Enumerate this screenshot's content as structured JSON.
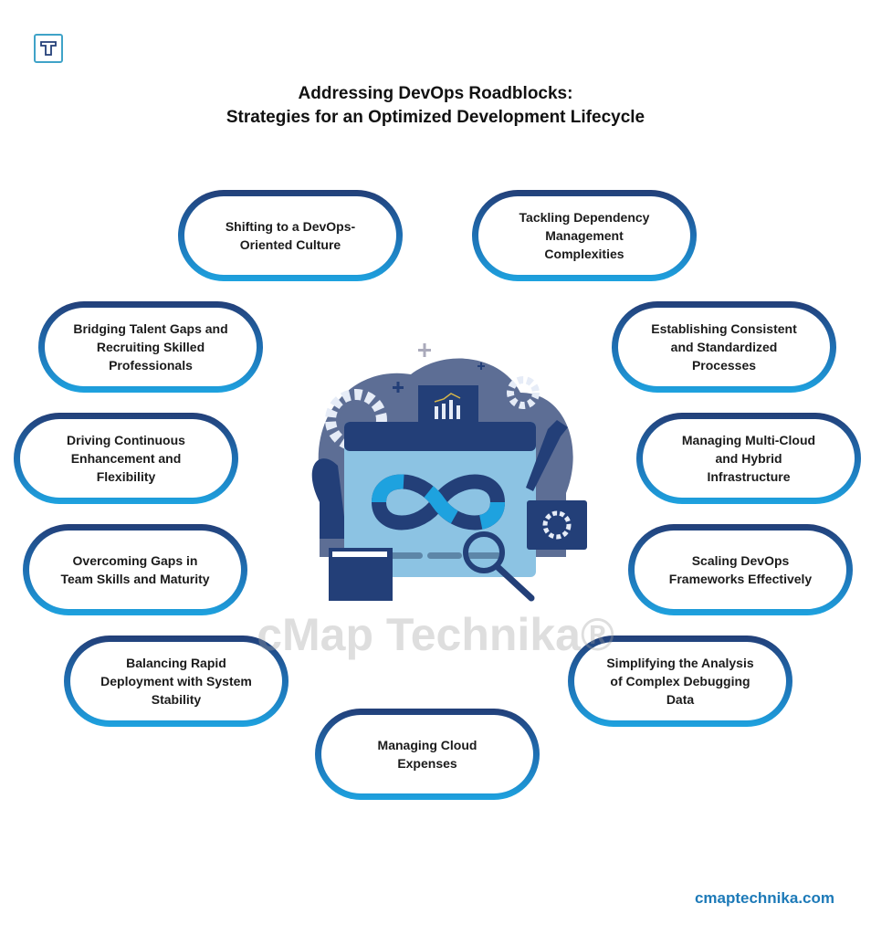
{
  "header": {
    "title_line1": "Addressing DevOps Roadblocks:",
    "title_line2": "Strategies for an Optimized Development Lifecycle"
  },
  "items": [
    "Shifting to a DevOps-Oriented Culture",
    "Tackling Dependency Management Complexities",
    "Bridging Talent Gaps and Recruiting Skilled Professionals",
    "Establishing Consistent and Standardized Processes",
    "Driving Continuous Enhancement and Flexibility",
    "Managing Multi-Cloud and Hybrid Infrastructure",
    "Overcoming Gaps in Team Skills and Maturity",
    "Scaling DevOps Frameworks Effectively",
    "Balancing Rapid Deployment with System Stability",
    "Simplifying the Analysis of Complex Debugging Data",
    "Managing Cloud Expenses"
  ],
  "watermark": "cMap Technika®",
  "footer": {
    "website": "cmaptechnika.com"
  },
  "colors": {
    "navy": "#233f78",
    "accent": "#1ea2df",
    "footer": "#1d7ab8"
  }
}
